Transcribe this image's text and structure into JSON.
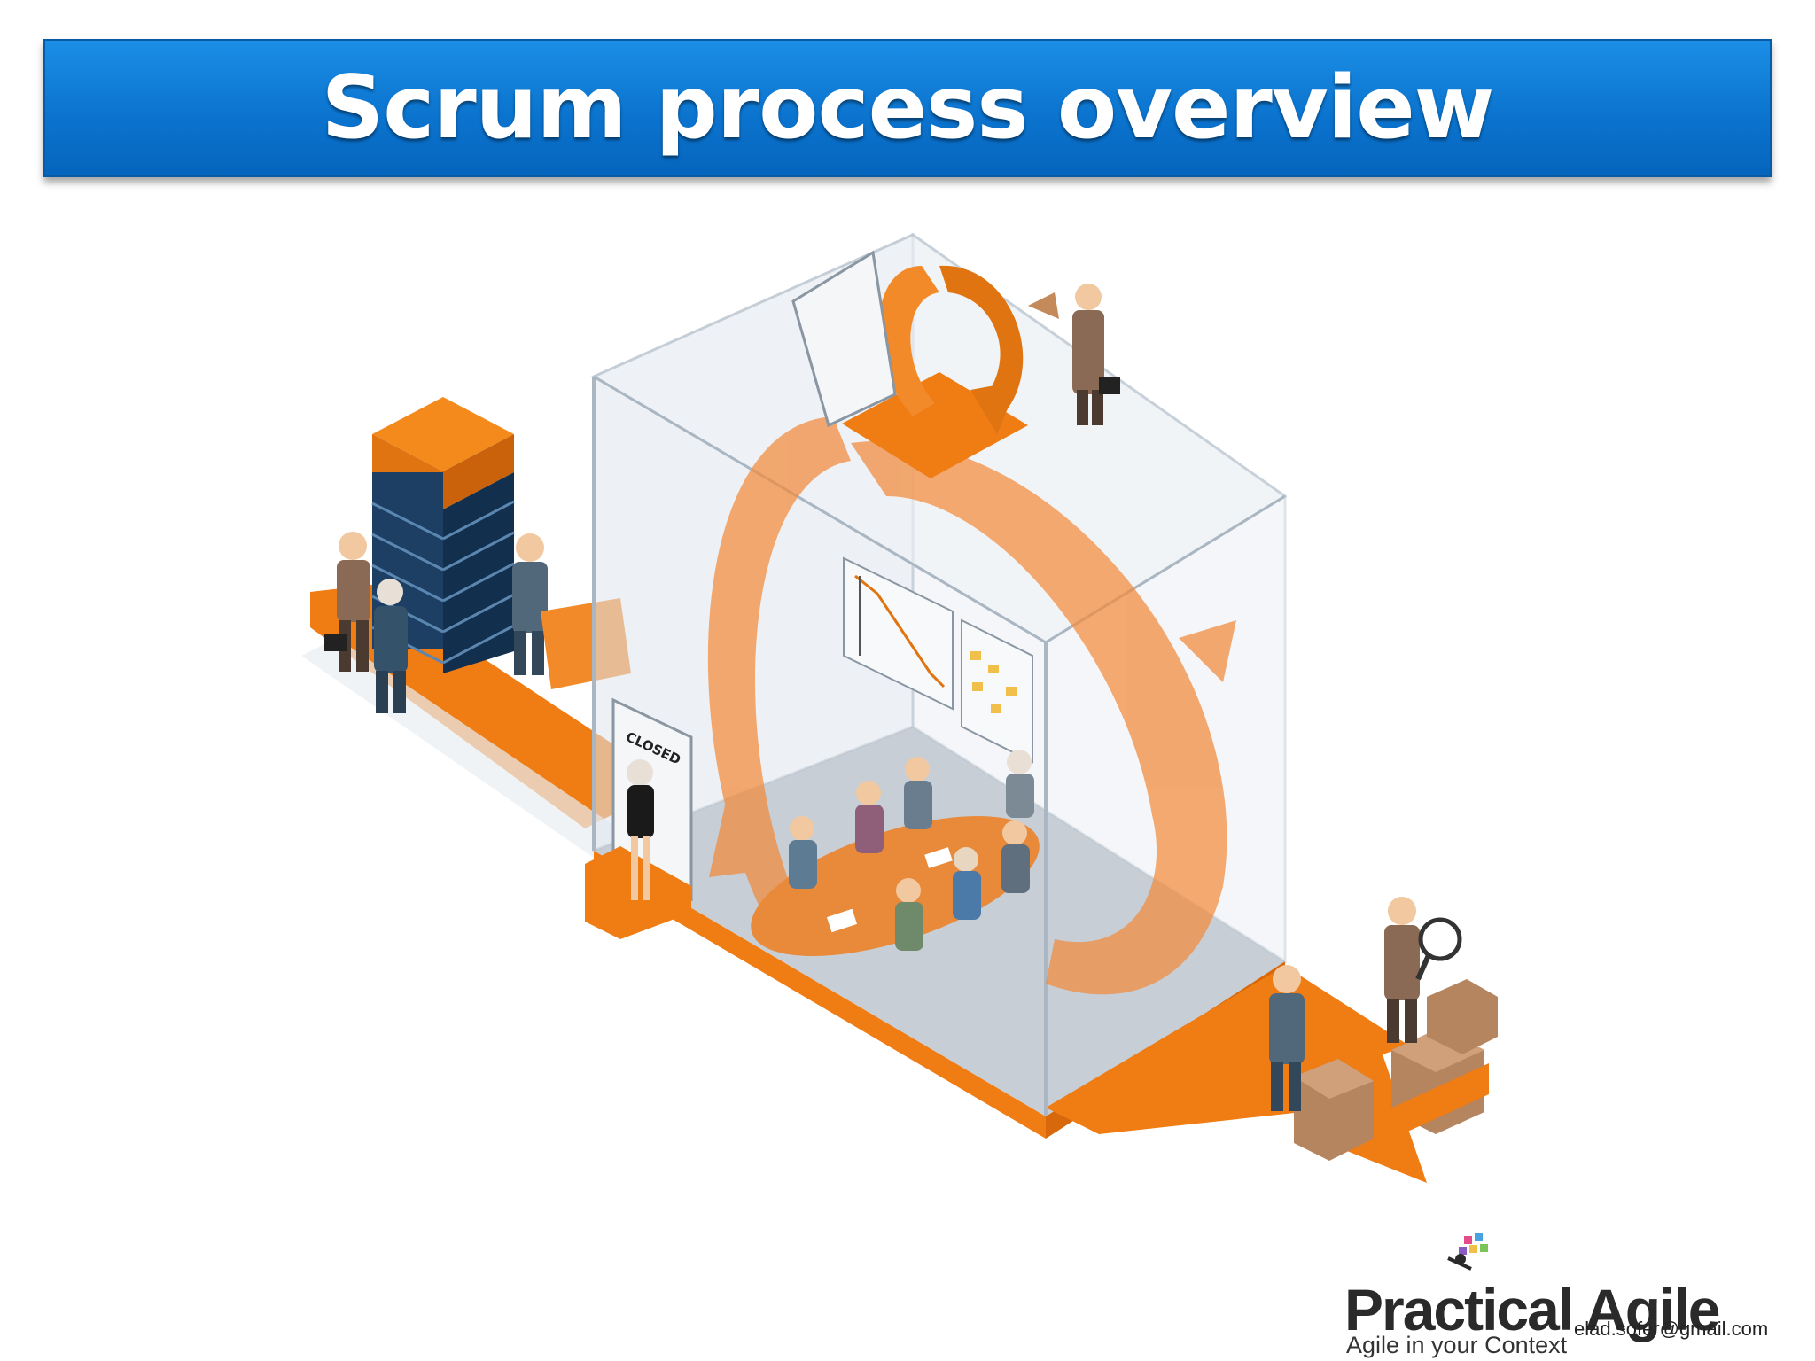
{
  "slide": {
    "title": "Scrum process overview",
    "door_sign": "CLOSED",
    "logo": {
      "main": "Practical Agile",
      "sub": "Agile in your Context"
    },
    "email": "elad.sofer@gmail.com"
  },
  "colors": {
    "banner": "#0b74cf",
    "accent_orange": "#f07c14",
    "backlog_blue": "#14314f",
    "glass": "#e4eaf0"
  },
  "icons": [
    "product-backlog-stack-icon",
    "sprint-cycle-arrow-icon",
    "daily-cycle-arrow-icon",
    "burndown-chart-icon",
    "task-board-icon",
    "delivered-boxes-icon",
    "magnifier-icon",
    "megaphone-icon"
  ]
}
